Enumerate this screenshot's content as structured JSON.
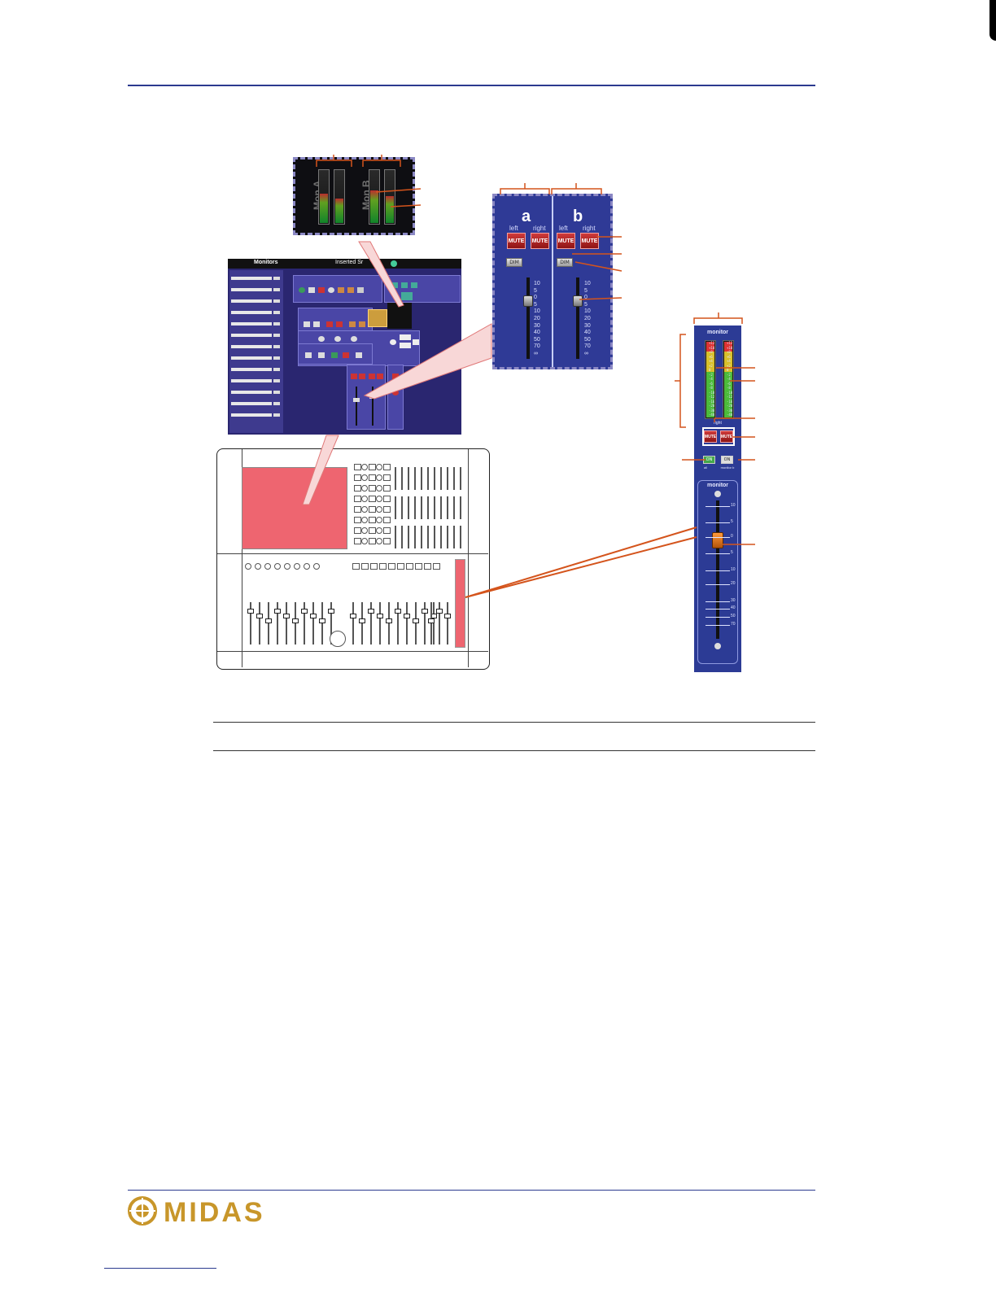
{
  "meter_inset": {
    "label_a": "Mon A",
    "label_b": "Mon B"
  },
  "monitors_screen": {
    "title": "Monitors",
    "field": "Inserted Sr"
  },
  "fader_inset": {
    "group_a": "a",
    "group_b": "b",
    "left_label": "left",
    "right_label": "right",
    "mute_label": "MUTE",
    "dim_label": "DIM",
    "scale": [
      "10",
      "5",
      "0",
      "5",
      "10",
      "20",
      "30",
      "40",
      "50",
      "70",
      "∞"
    ]
  },
  "monitor_strip": {
    "header": "monitor",
    "meter_scale": [
      "+12",
      "+10",
      "+8",
      "+6",
      "+4",
      "+2",
      "0",
      "-2",
      "-4",
      "-6",
      "-8",
      "-10",
      "-12",
      "-16",
      "-20",
      "-30",
      "-40"
    ],
    "right_label": "right",
    "mute_label": "MUTE",
    "on_label": "ON",
    "on_caption": "all",
    "on2_caption": "monitor b",
    "fader_header": "monitor",
    "fader_scale": [
      "10",
      "5",
      "0",
      "5",
      "10",
      "20",
      "30",
      "40",
      "50",
      "70"
    ]
  },
  "colors": {
    "rule_blue": "#2b3a8f",
    "callout_orange": "#d4541c",
    "highlight_pink": "#ee6570",
    "panel_blue": "#2c3b95"
  },
  "logo": {
    "text": "MIDAS"
  }
}
